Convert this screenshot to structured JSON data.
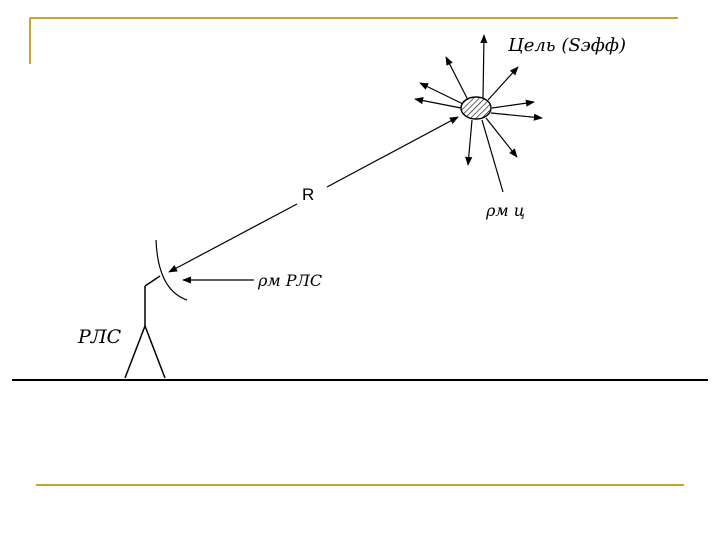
{
  "colors": {
    "frame": "#c8a330",
    "ink": "#000000",
    "background": "#ffffff"
  },
  "diagram": {
    "target_label": "Цель (Sэфф)",
    "range_label": "R",
    "target_pattern_label": "ρм ц",
    "radar_pattern_label": "ρм РЛС",
    "radar_label": "РЛС"
  }
}
